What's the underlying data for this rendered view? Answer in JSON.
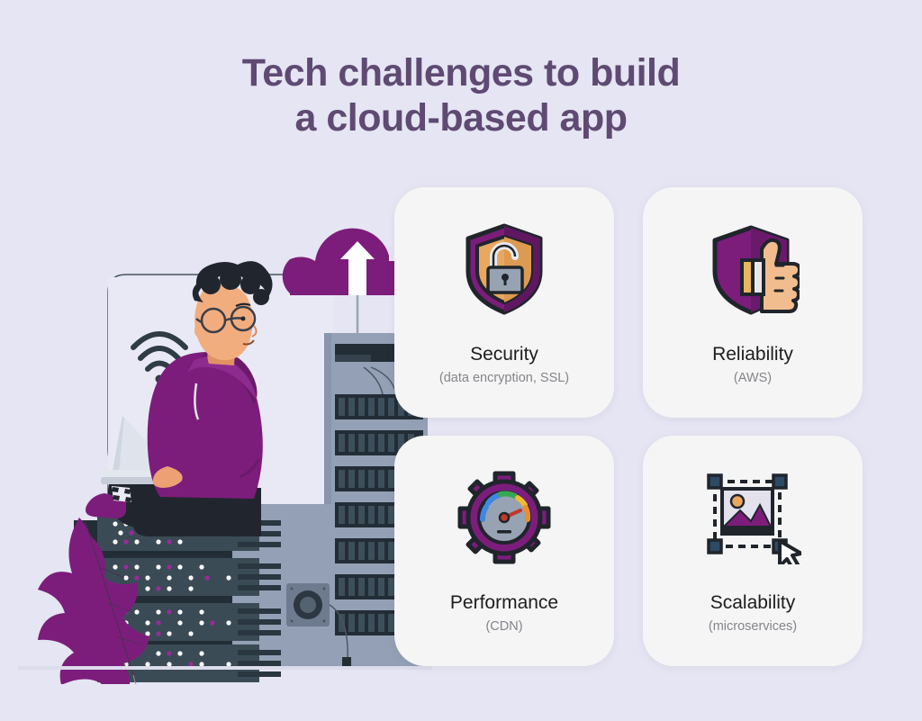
{
  "page": {
    "background_color": "#e5e5f3",
    "title_color": "#5e4a72",
    "accent_purple": "#7c1d7c"
  },
  "header": {
    "title_line1": "Tech challenges to build",
    "title_line2": "a cloud-based app"
  },
  "cards": [
    {
      "icon": "shield-lock-icon",
      "title": "Security",
      "subtitle": "(data encryption, SSL)"
    },
    {
      "icon": "shield-thumbs-up-icon",
      "title": "Reliability",
      "subtitle": "(AWS)"
    },
    {
      "icon": "gear-gauge-icon",
      "title": "Performance",
      "subtitle": "(CDN)"
    },
    {
      "icon": "image-resize-cursor-icon",
      "title": "Scalability",
      "subtitle": "(microservices)"
    }
  ],
  "illustration": {
    "name": "developer-on-server-rack-illustration",
    "elements": [
      "wifi-icon",
      "cloud-upload-icon",
      "developer-character",
      "laptop",
      "server-rack",
      "server-cabinet",
      "leaf-decoration"
    ]
  }
}
